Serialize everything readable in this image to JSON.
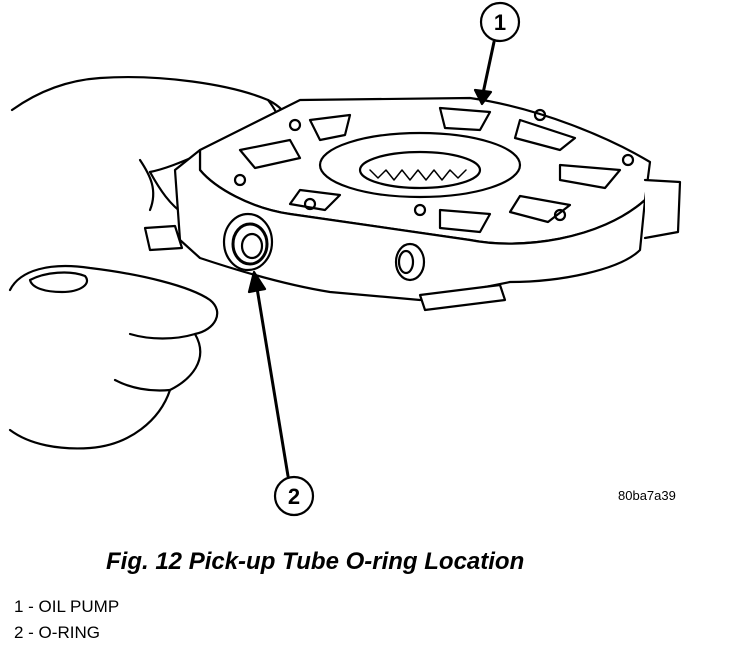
{
  "figure": {
    "caption": "Fig. 12 Pick-up Tube O-ring Location",
    "code": "80ba7a39",
    "callouts": [
      {
        "number": "1"
      },
      {
        "number": "2"
      }
    ],
    "legend": [
      {
        "text": "1 - OIL PUMP"
      },
      {
        "text": "2 - O-RING"
      }
    ]
  }
}
